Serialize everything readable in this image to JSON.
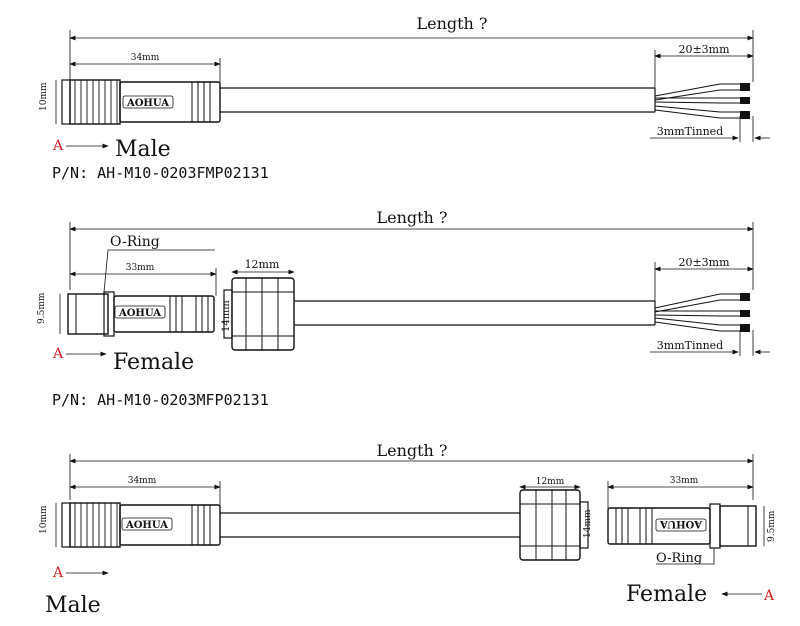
{
  "brand": "AOHUA",
  "common": {
    "length_label": "Length ?",
    "strip_label": "20±3mm",
    "tinned_label": "3mmTinned"
  },
  "section1": {
    "overall_dim": "34mm",
    "height_dim": "10mm",
    "view_marker": "A",
    "gender": "Male",
    "part_number": "P/N:  AH-M10-0203FMP02131"
  },
  "section2": {
    "oring_label": "O-Ring",
    "overall_dim": "33mm",
    "height_dim": "9.5mm",
    "nut_width_dim": "12mm",
    "nut_height_dim": "14mm",
    "view_marker": "A",
    "gender": "Female",
    "part_number": "P/N:  AH-M10-0203MFP02131"
  },
  "section3": {
    "left_overall_dim": "34mm",
    "left_height_dim": "10mm",
    "nut_width_dim": "12mm",
    "nut_height_dim": "14mm",
    "right_overall_dim": "33mm",
    "right_height_dim": "9.5mm",
    "oring_label": "O-Ring",
    "left_view_marker": "A",
    "left_gender": "Male",
    "right_gender": "Female",
    "right_view_marker": "A"
  },
  "colors": {
    "line": "#111111",
    "marker": "#d42020"
  }
}
